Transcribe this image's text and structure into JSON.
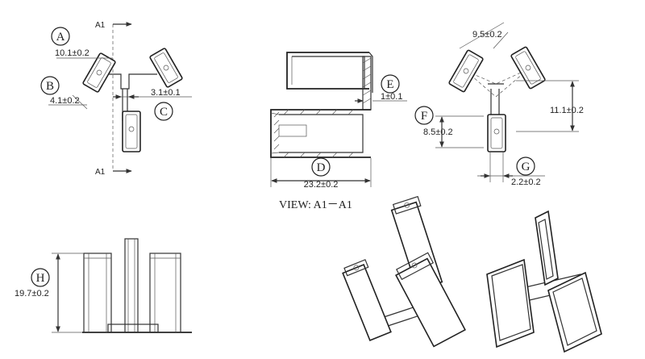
{
  "section_marks": {
    "top": "A1",
    "bottom": "A1"
  },
  "callouts": {
    "a": {
      "letter": "A",
      "value": "10.1±0.2"
    },
    "b": {
      "letter": "B",
      "value": "4.1±0.2"
    },
    "c": {
      "letter": "C",
      "value": "3.1±0.1"
    },
    "d": {
      "letter": "D",
      "value": "23.2±0.2"
    },
    "e": {
      "letter": "E",
      "value": "1±0.1"
    },
    "f": {
      "letter": "F",
      "value": "8.5±0.2"
    },
    "g": {
      "letter": "G",
      "value": "2.2±0.2"
    },
    "h": {
      "letter": "H",
      "value": "19.7±0.2"
    }
  },
  "dims": {
    "top_width": "9.5±0.2",
    "height_right": "11.1±0.2"
  },
  "view_label": "VIEW: A1－A1"
}
